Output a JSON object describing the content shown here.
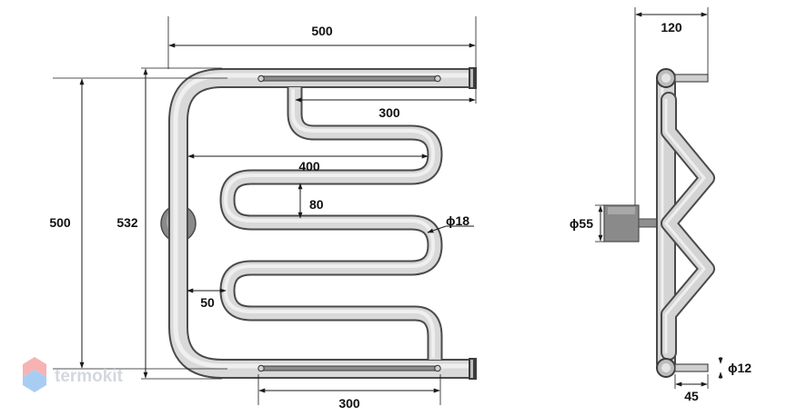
{
  "front_view": {
    "dims": {
      "overall_width": "500",
      "connection_spacing_top": "300",
      "coil_width": "400",
      "coil_pitch": "80",
      "pipe_diameter": "ϕ18",
      "wall_offset": "50",
      "height_axis": "500",
      "height_overall": "532",
      "connection_spacing_bottom": "300"
    }
  },
  "side_view": {
    "dims": {
      "depth": "120",
      "mount_diameter": "ϕ55",
      "outlet_diameter": "ϕ12",
      "outlet_length": "45"
    }
  },
  "watermark": {
    "brand": "termokit",
    "colors": {
      "logo_top": "#f26b6b",
      "logo_bottom": "#5aa0e6",
      "text": "#d3d8df"
    }
  }
}
